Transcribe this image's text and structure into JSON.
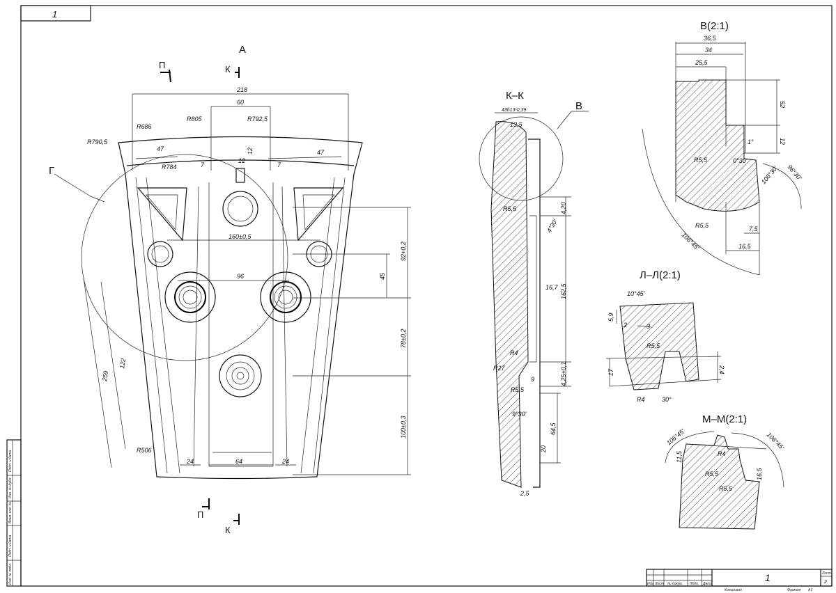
{
  "title_block": {
    "sheet_mark": "1",
    "drawing_number": "1",
    "sheet_label": "Лист",
    "sheet_number": "2",
    "columns": [
      "Изм",
      "Лист",
      "№ докум.",
      "Подп.",
      "Дата"
    ],
    "footer_left": "Копировал",
    "footer_right": "Формат",
    "format": "A1"
  },
  "side_stamp": [
    "Подп. и дата",
    "Инв. № дубл.",
    "Взам. инв. №",
    "Подп. и дата",
    "Инв. № подл."
  ],
  "main_view": {
    "view_label": "A",
    "cut_marks": [
      "П",
      "К",
      "П",
      "К"
    ],
    "detail_label": "Г",
    "dimensions": [
      "218",
      "60",
      "R686",
      "R805",
      "R792,5",
      "R790,5",
      "47",
      "47",
      "R784",
      "7",
      "7",
      "12",
      "12",
      "160±0,5",
      "96",
      "45",
      "92+0,2",
      "78±0,2",
      "100±0,3",
      "122",
      "259",
      "R506",
      "24",
      "64",
      "24"
    ]
  },
  "section_kk": {
    "title": "К–К",
    "detail_label": "В",
    "dimensions": [
      "43h13-0,39",
      "13,5",
      "R5,5",
      "4,20",
      "4°30'",
      "16,7",
      "162,5",
      "R4",
      "R27",
      "4,25+0,1",
      "9",
      "R5,5",
      "9°30'",
      "64,5",
      "20",
      "2,5"
    ]
  },
  "detail_v": {
    "title": "В(2:1)",
    "dimensions": [
      "36,5",
      "34",
      "25,5",
      "52",
      "12",
      "1°",
      "0°30'",
      "R5,5",
      "R5,5",
      "96°30'",
      "106°30'",
      "7,5",
      "16,5",
      "106°45'"
    ]
  },
  "section_ll": {
    "title": "Л–Л(2:1)",
    "dimensions": [
      "10°45'",
      "5,9",
      "2",
      "3",
      "R5,5",
      "17",
      "2,4",
      "R4",
      "30°"
    ]
  },
  "section_mm": {
    "title": "М–М(2:1)",
    "dimensions": [
      "106°45'",
      "106°45'",
      "11,5",
      "R4",
      "R5,5",
      "R5,5",
      "16,5"
    ]
  }
}
